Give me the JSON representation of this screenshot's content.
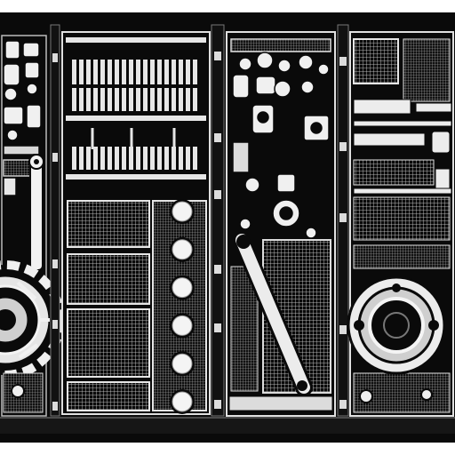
{
  "artwork": {
    "subject": "mechanical-panels-illustration",
    "style": "black-and-white line art",
    "colors": {
      "ink": "#0a0a0a",
      "paper": "#f4f4f4",
      "mid": "#bdbdbd"
    },
    "panel_count": 4,
    "panels": [
      {
        "name": "left-gear-panel",
        "elements": [
          "gear-wheel",
          "crank-arm",
          "bolt-cluster"
        ]
      },
      {
        "name": "center-left-panel",
        "elements": [
          "radiator-fins",
          "mesh-grids",
          "round-lamps"
        ]
      },
      {
        "name": "center-right-panel",
        "elements": [
          "lever-arm",
          "pipe-fittings",
          "mesh-grid"
        ]
      },
      {
        "name": "right-panel",
        "elements": [
          "round-port",
          "mesh-grids",
          "rail-bars"
        ]
      }
    ],
    "lamp_count": 6
  }
}
